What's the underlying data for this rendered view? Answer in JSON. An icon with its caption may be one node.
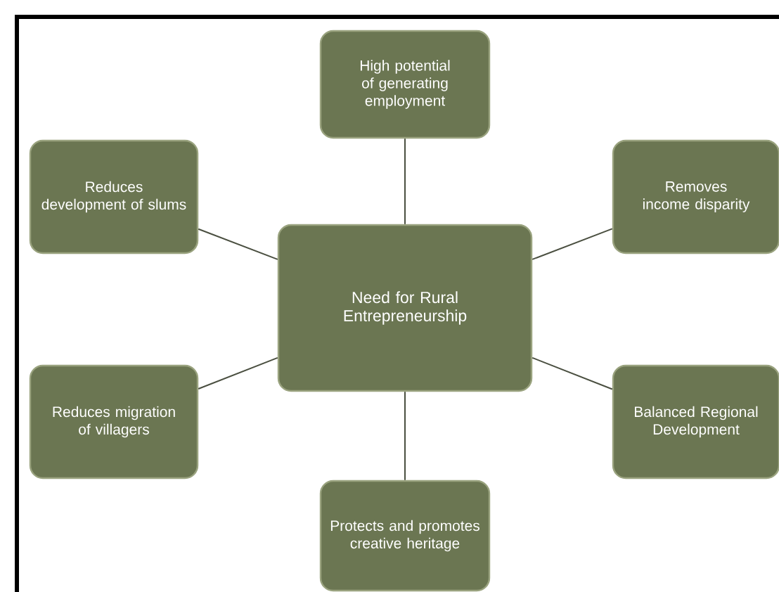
{
  "diagram": {
    "nodes": [
      {
        "text": [
          "High potential of generating employment"
        ]
      },
      {
        "text": [
          "Reduces development of slums"
        ]
      },
      {
        "text": [
          "Removes income disparity"
        ]
      },
      {
        "text": [
          "Need for Rural Entrepreneurship"
        ]
      },
      {
        "text": [
          "Reduces migration of villagers"
        ]
      },
      {
        "text": [
          "Balanced Regional Development"
        ]
      },
      {
        "text": [
          "Protects and promotes creative heritage"
        ]
      }
    ],
    "edges": [
      {
        "from": 3,
        "to": 0,
        "arrow": "none"
      },
      {
        "from": 3,
        "to": 1,
        "arrow": "none"
      },
      {
        "from": 3,
        "to": 2,
        "arrow": "none"
      },
      {
        "from": 3,
        "to": 4,
        "arrow": "none"
      },
      {
        "from": 3,
        "to": 5,
        "arrow": "none"
      },
      {
        "from": 3,
        "to": 6,
        "arrow": "none"
      }
    ]
  }
}
